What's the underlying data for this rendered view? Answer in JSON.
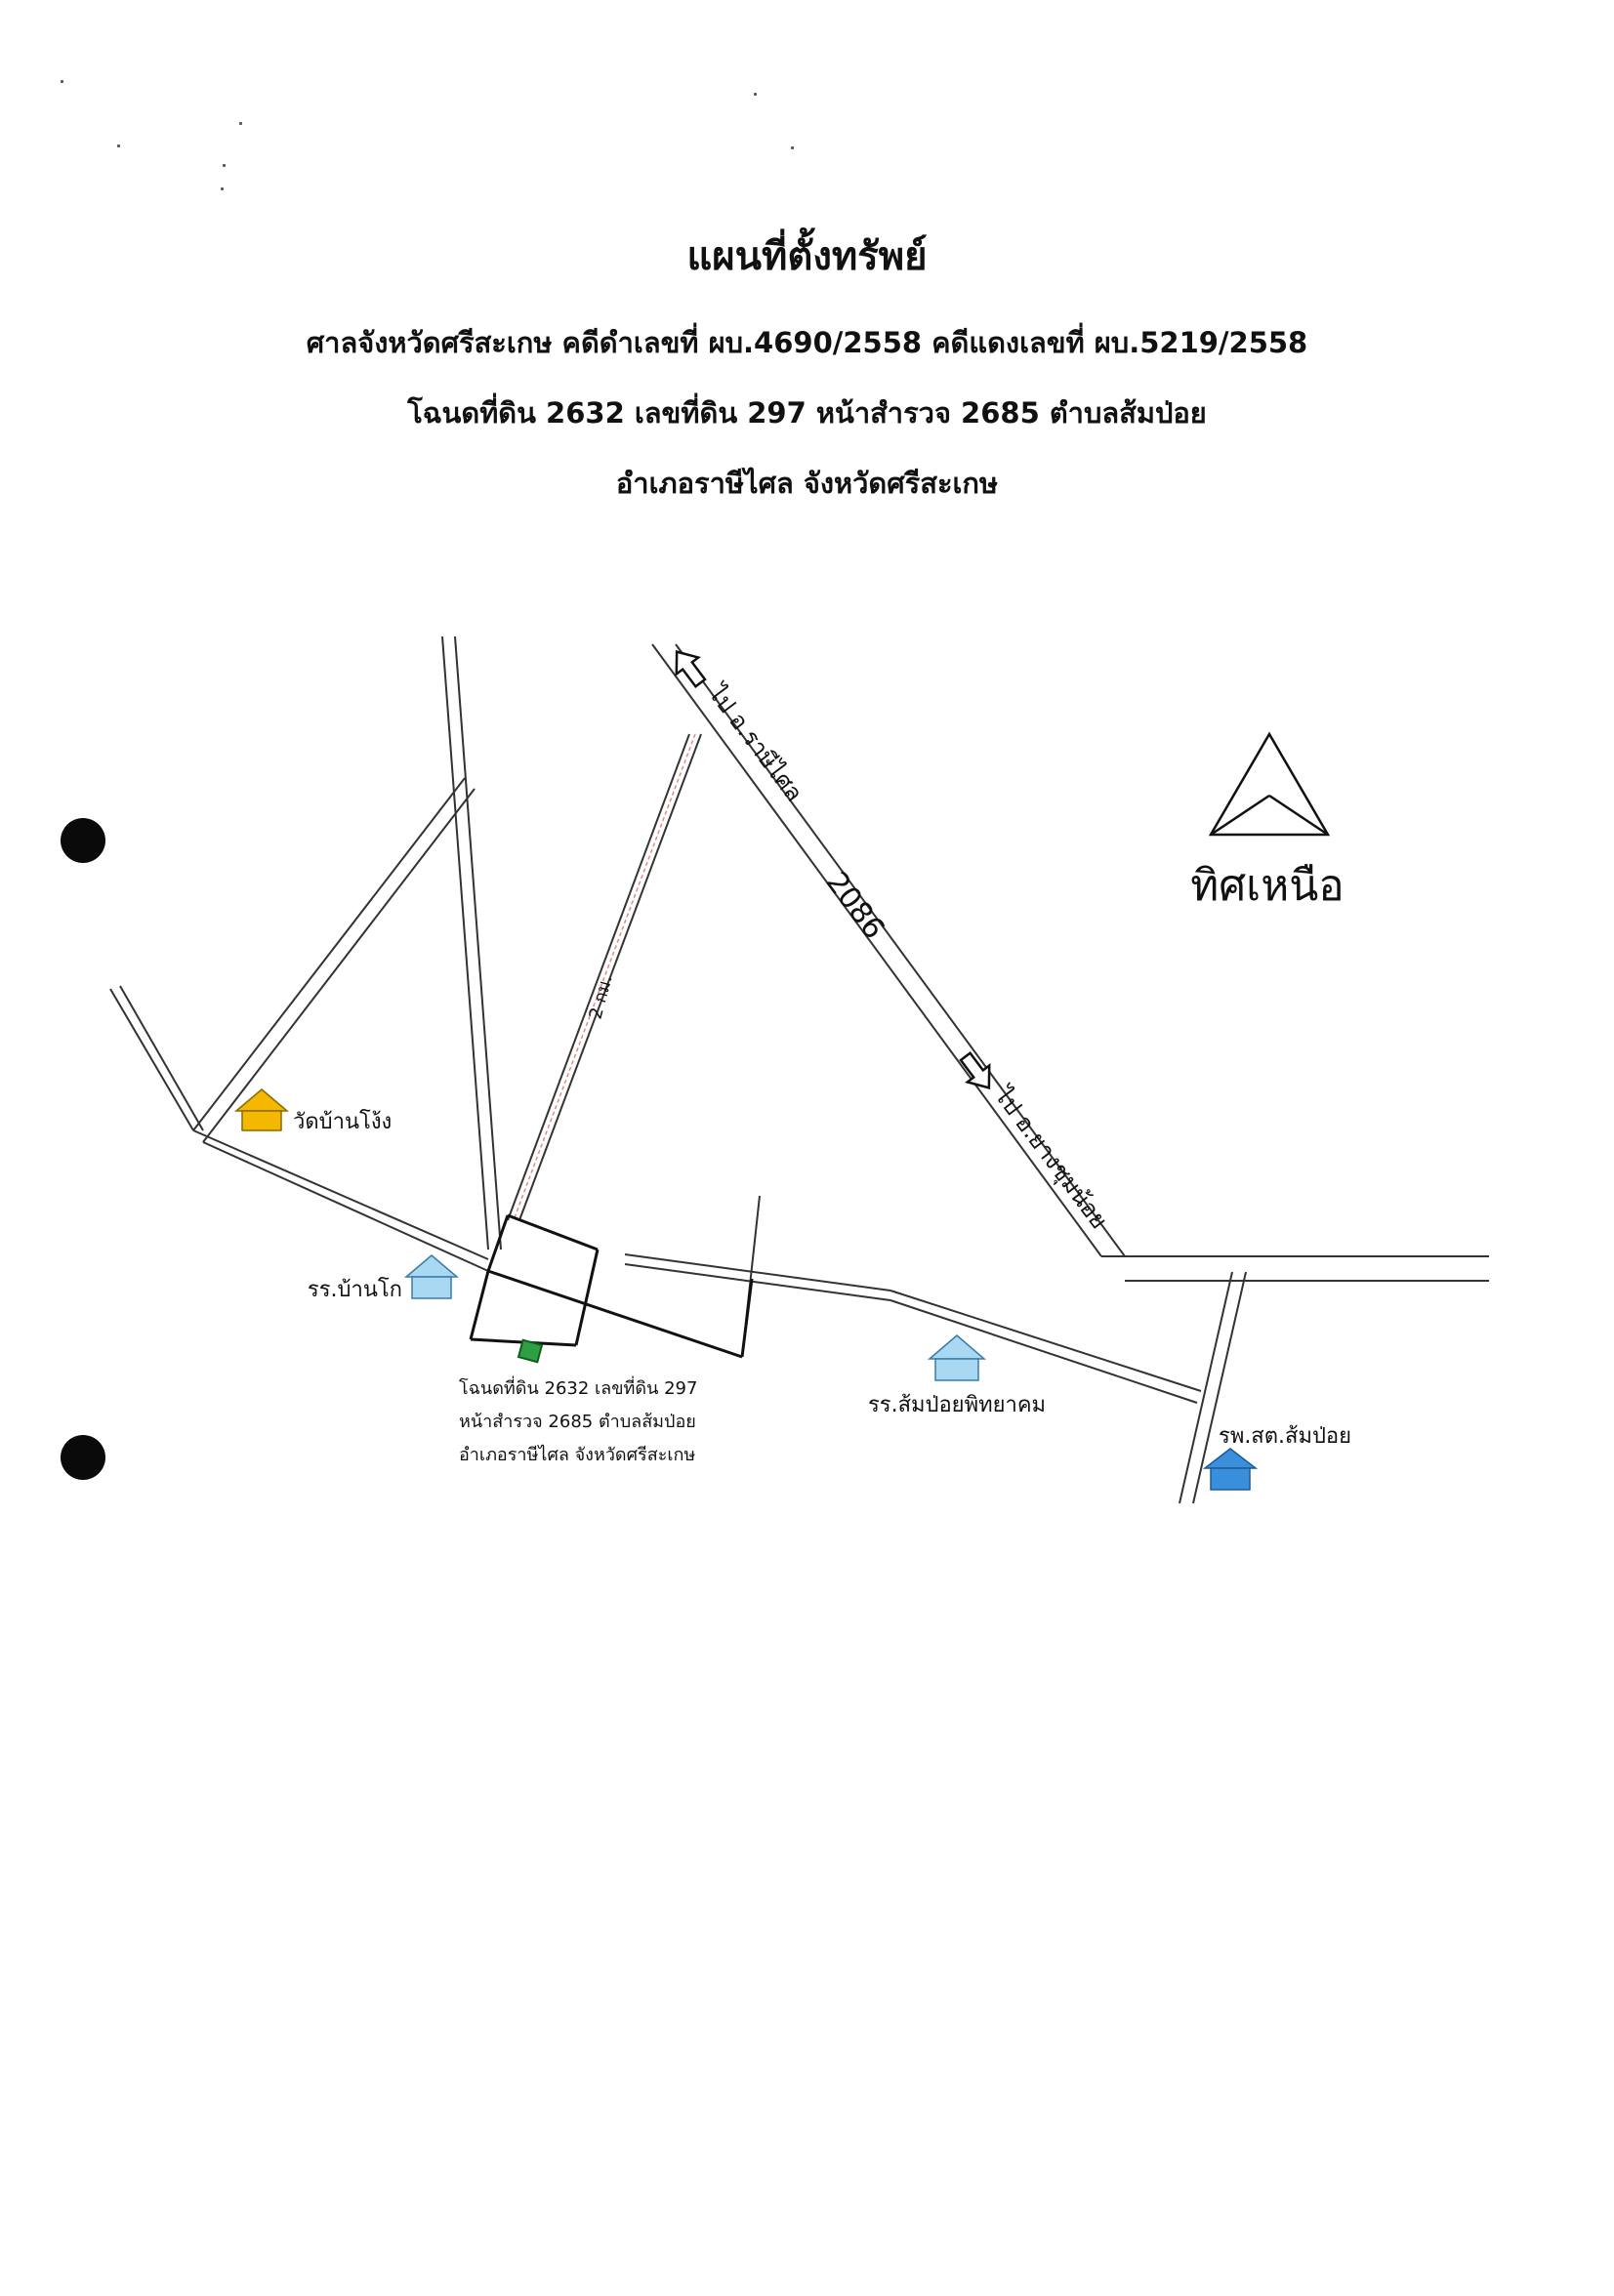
{
  "header": {
    "title": "แผนที่ตั้งทรัพย์",
    "line1": "ศาลจังหวัดศรีสะเกษ คดีดำเลขที่ ผบ.4690/2558 คดีแดงเลขที่ ผบ.5219/2558",
    "line2": "โฉนดที่ดิน 2632 เลขที่ดิน 297 หน้าสำรวจ 2685 ตำบลส้มป่อย",
    "line3": "อำเภอราษีไศล จังหวัดศรีสะเกษ"
  },
  "north": {
    "label": "ทิศเหนือ"
  },
  "roads": {
    "highway_number": "2086",
    "to_rasi_salai": "ไป อ.ราษีไศล",
    "to_yang_chum_noi": "ไป อ.ยางชุมน้อย",
    "distance": "2 กม."
  },
  "landmarks": {
    "temple": {
      "label": "วัดบ้านโง้ง",
      "color": "#f5b800"
    },
    "school_ban_ko": {
      "label": "รร.บ้านโก",
      "color": "#a9d8f2"
    },
    "school_sompoi": {
      "label": "รร.ส้มป่อยพิทยาคม",
      "color": "#a9d8f2"
    },
    "health_center": {
      "label": "รพ.สต.ส้มป่อย",
      "color": "#3a8fdc"
    }
  },
  "property": {
    "color": "#2ea043",
    "caption_line1": "โฉนดที่ดิน 2632 เลขที่ดิน 297",
    "caption_line2": "หน้าสำรวจ 2685 ตำบลส้มป่อย",
    "caption_line3": "อำเภอราษีไศล จังหวัดศรีสะเกษ"
  }
}
